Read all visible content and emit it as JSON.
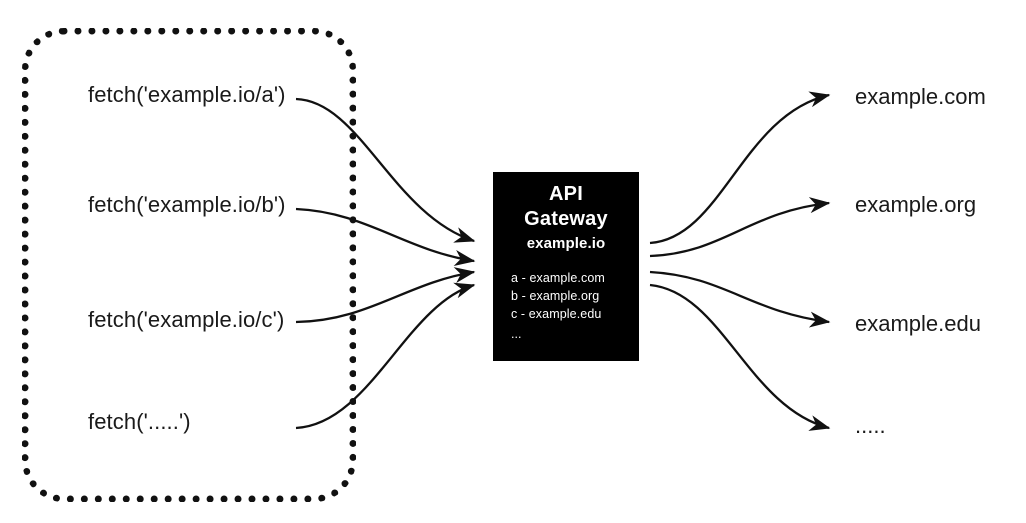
{
  "diagram": {
    "title": "API Gateway request routing diagram",
    "colors": {
      "background": "#ffffff",
      "stroke": "#111111",
      "node_fill": "#000000",
      "node_text": "#ffffff",
      "highlight": "#f99494"
    },
    "client_boundary": {
      "style": "dotted",
      "label": ""
    },
    "fetch_calls": [
      {
        "prefix": "fetch('example.io/",
        "route_key": "a",
        "suffix": "')",
        "highlighted": true
      },
      {
        "prefix": "fetch('example.io/",
        "route_key": "b",
        "suffix": "')",
        "highlighted": true
      },
      {
        "prefix": "fetch('example.io/",
        "route_key": "c",
        "suffix": "')",
        "highlighted": true
      },
      {
        "prefix": "fetch('",
        "route_key": ".....",
        "suffix": "')",
        "highlighted": false
      }
    ],
    "gateway": {
      "title_line1": "API",
      "title_line2": "Gateway",
      "domain": "example.io",
      "routes": [
        "a - example.com",
        "b - example.org",
        "c - example.edu"
      ],
      "routes_ellipsis": "..."
    },
    "targets": [
      {
        "label": "example.com"
      },
      {
        "label": "example.org"
      },
      {
        "label": "example.edu"
      },
      {
        "label": "....."
      }
    ]
  }
}
